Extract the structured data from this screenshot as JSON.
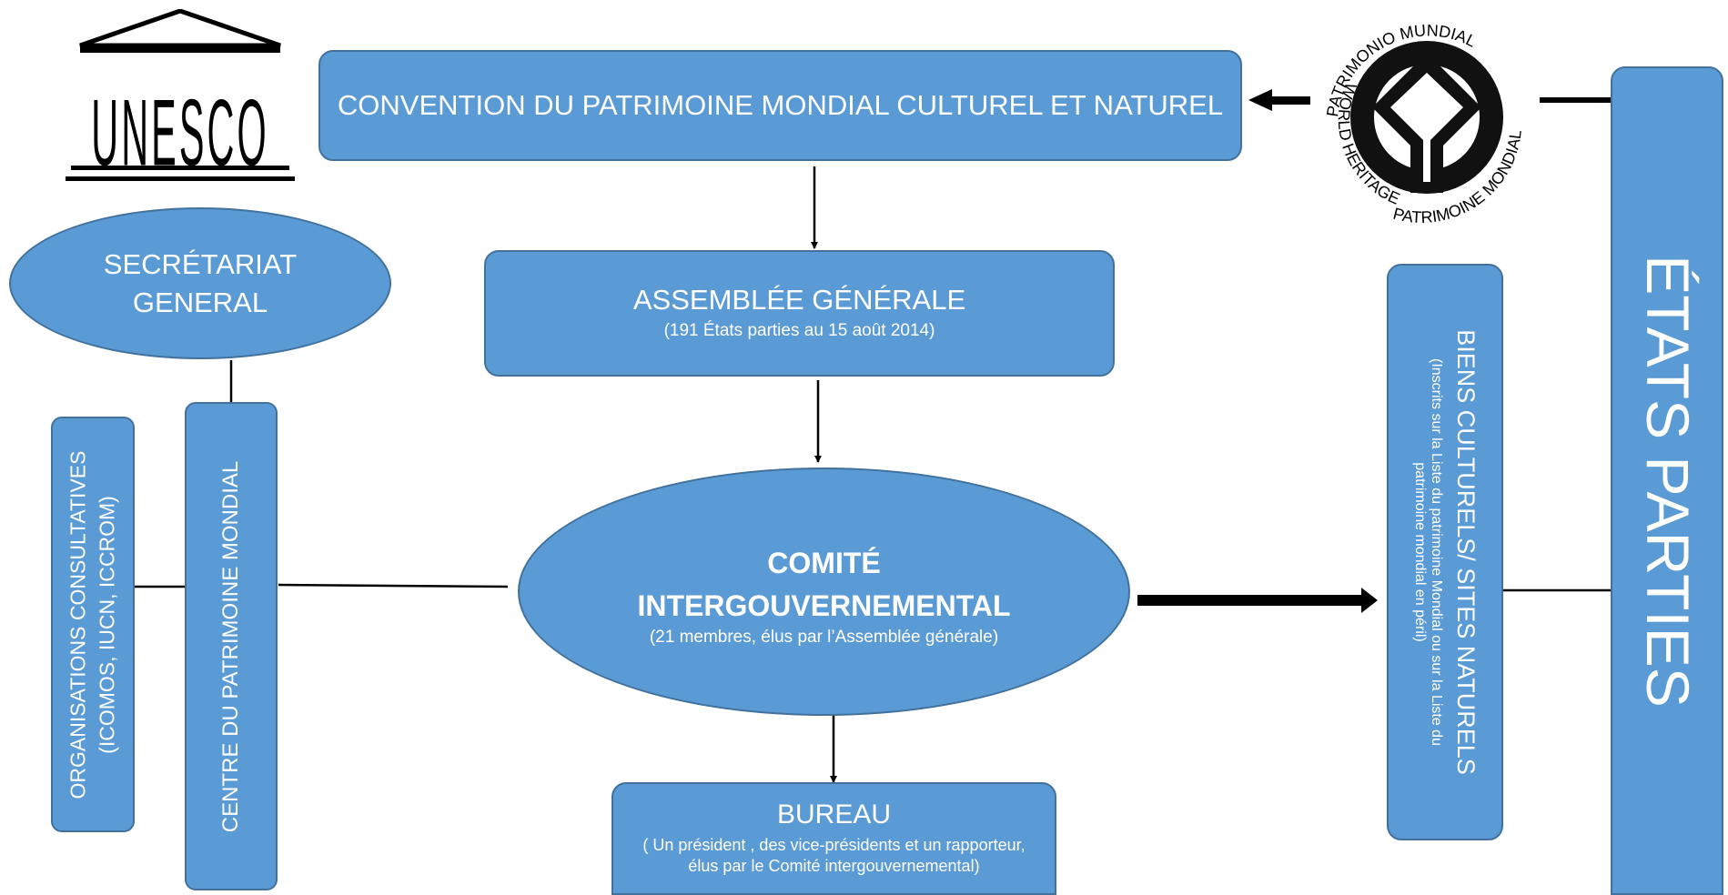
{
  "logos": {
    "unesco": {
      "text": "UNESCO"
    },
    "world_heritage": {
      "top_text": "PATRIMONIO MUNDIAL",
      "left_text": "WORLD HERITAGE",
      "bottom_text": "PATRIMOINE MONDIAL"
    }
  },
  "nodes": {
    "convention": {
      "label": "CONVENTION DU PATRIMOINE MONDIAL CULTUREL ET NATUREL"
    },
    "secretariat": {
      "line1": "SECRÉTARIAT",
      "line2": "GENERAL"
    },
    "assemblee": {
      "label": "ASSEMBLÉE GÉNÉRALE",
      "sub": "(191 États parties au 15 août 2014)"
    },
    "comite": {
      "line1": "COMITÉ",
      "line2": "INTERGOUVERNEMENTAL",
      "sub": "(21 membres, élus par l’Assemblée générale)"
    },
    "bureau": {
      "label": "BUREAU",
      "sub1": "( Un président , des vice-présidents et un rapporteur,",
      "sub2": "élus par le Comité intergouvernemental)"
    },
    "organisations": {
      "line1": "ORGANISATIONS CONSULTATIVES",
      "line2": "(ICOMOS, IUCN, ICCROM)"
    },
    "centre": {
      "label": "CENTRE DU PATRIMOINE MONDIAL"
    },
    "biens": {
      "label": "BIENS CULTURELS/ SITES NATURELS",
      "sub1": "(Inscrits sur la Liste du patrimoine Mondial ou sur la Liste du",
      "sub2": "patrimoine mondial en péril)"
    },
    "etats": {
      "label": "ÉTATS PARTIES"
    }
  },
  "colors": {
    "box_fill": "#5b9bd5",
    "box_border": "#41719c",
    "text": "#ffffff",
    "connector": "#000000"
  }
}
